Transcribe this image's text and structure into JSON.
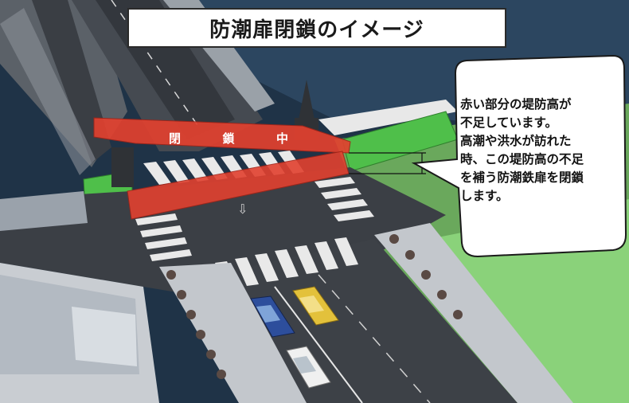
{
  "title": "防潮扉閉鎖のイメージ",
  "gate_label": "閉鎖中",
  "callout_lines": [
    "赤い部分の堤防高が",
    "不足しています。",
    "高潮や洪水が訪れた",
    "時、この堤防高の不足",
    "を補う防潮鉄扉を閉鎖",
    "します。"
  ],
  "colors": {
    "gate_red": "#e2412f",
    "embankment_green": "#4fbf4a",
    "road": "#3b3f45",
    "water": "#24394e",
    "grass": "#7fcf6e"
  }
}
